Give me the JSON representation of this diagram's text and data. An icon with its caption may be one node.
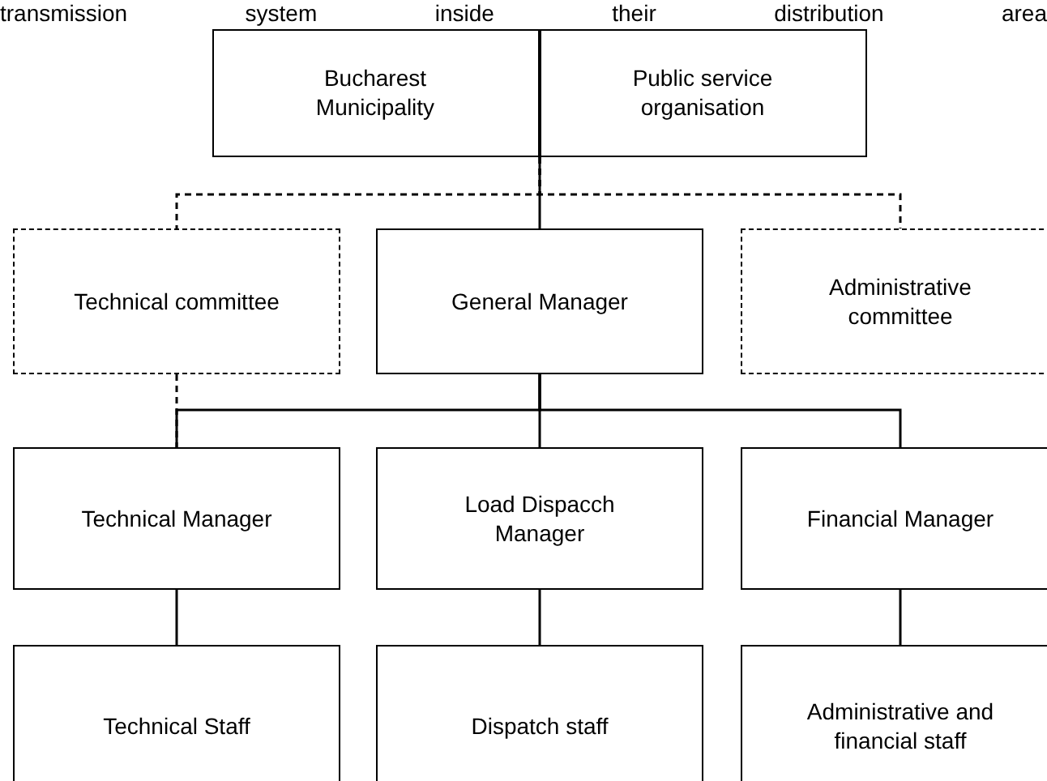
{
  "diagram": {
    "nodes": [
      {
        "text": [],
        "shape": "box"
      },
      {
        "text": [
          "Bucharest Municipality"
        ],
        "in": 0
      },
      {
        "text": [
          "Public service organisation"
        ],
        "in": 0
      },
      {
        "text": [
          "Technical committee"
        ]
      },
      {
        "text": [
          "General Manager"
        ]
      },
      {
        "text": [
          "Administrative committee"
        ]
      },
      {
        "text": [
          "Technical Manager"
        ]
      },
      {
        "text": [
          "Load Dispacch Manager"
        ]
      },
      {
        "text": [
          "Financial Manager"
        ]
      },
      {
        "text": [
          "Technical Staff"
        ]
      },
      {
        "text": [
          "Dispatch staff"
        ]
      },
      {
        "text": [
          "Administrative and financial staff"
        ]
      }
    ],
    "edges": [
      {
        "from": 0,
        "to": 3,
        "arrow": "none",
        "style": "dashed"
      },
      {
        "from": 0,
        "to": 4,
        "arrow": "none"
      },
      {
        "from": 0,
        "to": 5,
        "arrow": "none",
        "style": "dashed"
      },
      {
        "from": 4,
        "to": 6,
        "arrow": "none"
      },
      {
        "from": 4,
        "to": 7,
        "arrow": "none"
      },
      {
        "from": 4,
        "to": 8,
        "arrow": "none"
      },
      {
        "from": 3,
        "to": 6,
        "arrow": "none",
        "style": "dashed"
      },
      {
        "from": 6,
        "to": 9,
        "arrow": "none"
      },
      {
        "from": 7,
        "to": 10,
        "arrow": "none"
      },
      {
        "from": 8,
        "to": 11,
        "arrow": "none"
      }
    ],
    "labels": [
      "transmission system inside their distribution area"
    ]
  }
}
